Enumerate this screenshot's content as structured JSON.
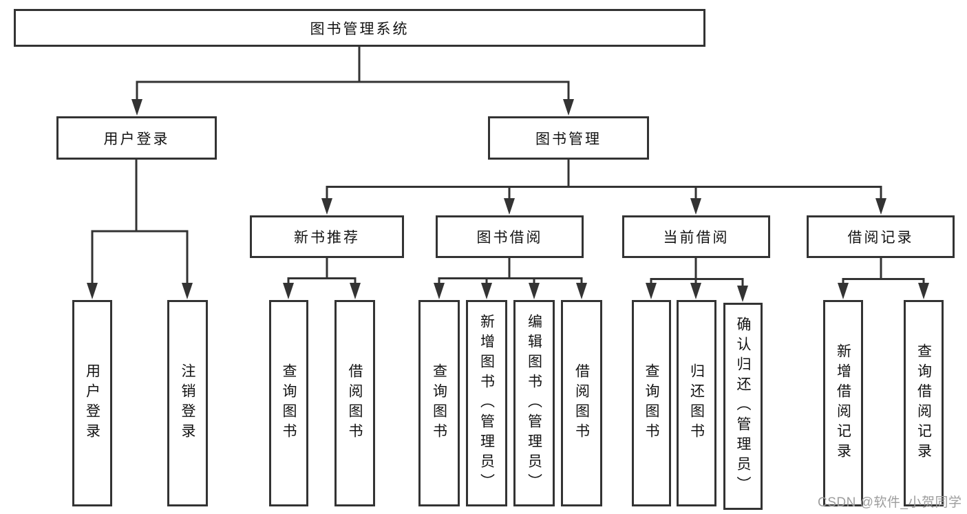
{
  "diagram": {
    "background_color": "#ffffff",
    "line_color": "#333333",
    "border_color": "#333333",
    "text_color": "#131313",
    "tree": {
      "label": "图书管理系统",
      "children": [
        {
          "label": "用户登录",
          "children": [
            {
              "label": "用户登录"
            },
            {
              "label": "注销登录"
            }
          ]
        },
        {
          "label": "图书管理",
          "children": [
            {
              "label": "新书推荐",
              "children": [
                {
                  "label": "查询图书"
                },
                {
                  "label": "借阅图书"
                }
              ]
            },
            {
              "label": "图书借阅",
              "children": [
                {
                  "label": "查询图书"
                },
                {
                  "label": "新增图书（管理员）"
                },
                {
                  "label": "编辑图书（管理员）"
                },
                {
                  "label": "借阅图书"
                }
              ]
            },
            {
              "label": "当前借阅",
              "children": [
                {
                  "label": "查询图书"
                },
                {
                  "label": "归还图书"
                },
                {
                  "label": "确认归还（管理员）"
                }
              ]
            },
            {
              "label": "借阅记录",
              "children": [
                {
                  "label": "新增借阅记录"
                },
                {
                  "label": "查询借阅记录"
                }
              ]
            }
          ]
        }
      ]
    }
  },
  "watermark": {
    "text": "CSDN @软件_小贺同学",
    "color": "#9d9d9d"
  }
}
